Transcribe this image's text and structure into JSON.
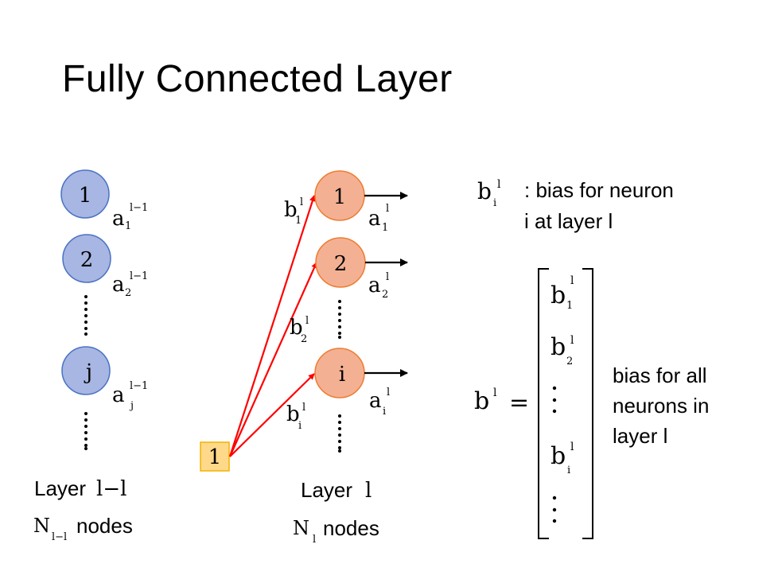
{
  "slide": {
    "title": "Fully Connected Layer",
    "colors": {
      "prev_layer_node_fill": "#a7b6e2",
      "prev_layer_node_stroke": "#4a72c4",
      "layer_node_fill": "#f4b093",
      "layer_node_stroke": "#ed7d31",
      "bias_box_fill": "#ffd98a",
      "bias_box_stroke": "#f0b400",
      "bias_arrow": "#ff0000",
      "output_arrow": "#000000"
    },
    "prev_layer": {
      "nodes": [
        {
          "label": "1",
          "act_base": "a",
          "act_sub": "1",
          "act_sup": "l−1"
        },
        {
          "label": "2",
          "act_base": "a",
          "act_sub": "2",
          "act_sup": "l−1"
        },
        {
          "label": "j",
          "act_base": "a",
          "act_sub": "j",
          "act_sup": "l−1"
        }
      ],
      "layer_label_text": "Layer ",
      "layer_label_math": "l−l",
      "nodes_label_math": "N",
      "nodes_label_sub": "l−l",
      "nodes_label_text": " nodes"
    },
    "layer": {
      "nodes": [
        {
          "label": "1",
          "act_base": "a",
          "act_sub": "1",
          "act_sup": "l",
          "bias_base": "b",
          "bias_sub": "1",
          "bias_sup": "l"
        },
        {
          "label": "2",
          "act_base": "a",
          "act_sub": "2",
          "act_sup": "l",
          "bias_base": "b",
          "bias_sub": "2",
          "bias_sup": "l"
        },
        {
          "label": "i",
          "act_base": "a",
          "act_sub": "i",
          "act_sup": "l",
          "bias_base": "b",
          "bias_sub": "i",
          "bias_sup": "l"
        }
      ],
      "layer_label_text": "Layer ",
      "layer_label_math": "l",
      "nodes_label_math": "N",
      "nodes_label_sub": "l",
      "nodes_label_text": " nodes"
    },
    "bias_input": {
      "label": "1"
    },
    "definition": {
      "symbol_base": "b",
      "symbol_sub": "i",
      "symbol_sup": "l",
      "line1": ": bias for neuron",
      "line2": "i at layer l"
    },
    "vector": {
      "lhs_base": "b",
      "lhs_sup": "l",
      "equals": "=",
      "entries": [
        {
          "base": "b",
          "sub": "1",
          "sup": "l"
        },
        {
          "base": "b",
          "sub": "2",
          "sup": "l"
        },
        {
          "vdots": "⋮"
        },
        {
          "base": "b",
          "sub": "i",
          "sup": "l"
        },
        {
          "vdots": "⋮"
        }
      ],
      "description": [
        "bias for all",
        "neurons in",
        "layer l"
      ]
    }
  }
}
